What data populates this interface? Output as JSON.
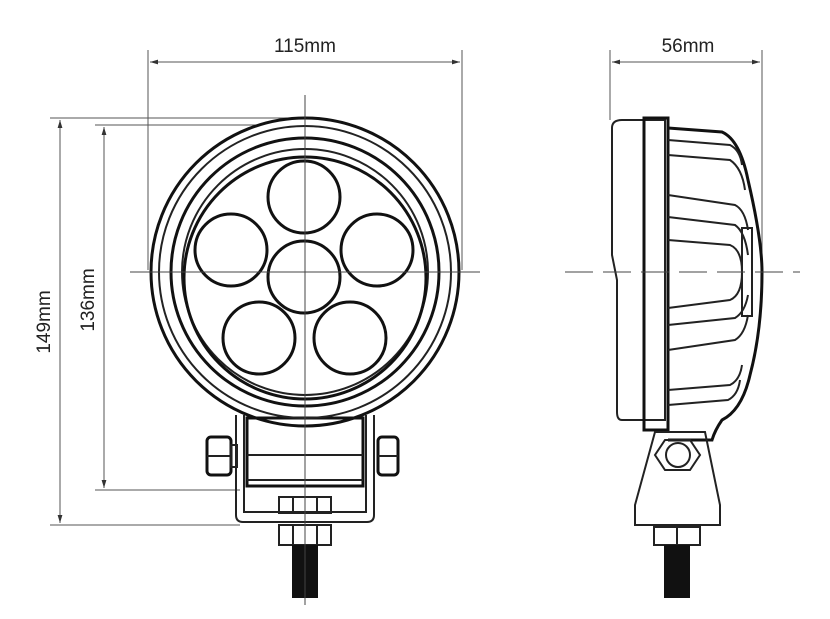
{
  "drawing": {
    "front_view": {
      "width_label": "115mm",
      "height_overall_label": "149mm",
      "height_housing_label": "136mm",
      "led_count": 6
    },
    "side_view": {
      "depth_label": "56mm"
    }
  }
}
